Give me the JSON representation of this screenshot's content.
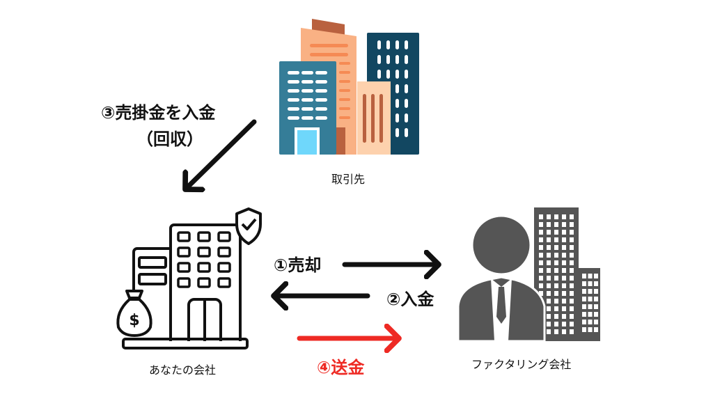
{
  "nodes": {
    "client": {
      "label": "取引先"
    },
    "your_company": {
      "label": "あなたの会社"
    },
    "factoring_company": {
      "label": "ファクタリング会社"
    }
  },
  "steps": {
    "step1": "①売却",
    "step2": "②入金",
    "step3_line1": "③売掛金を入金",
    "step3_line2": "（回収）",
    "step4": "④送金"
  },
  "colors": {
    "arrow": "#111111",
    "highlight": "#ee2a24",
    "factoring": "#555555"
  }
}
